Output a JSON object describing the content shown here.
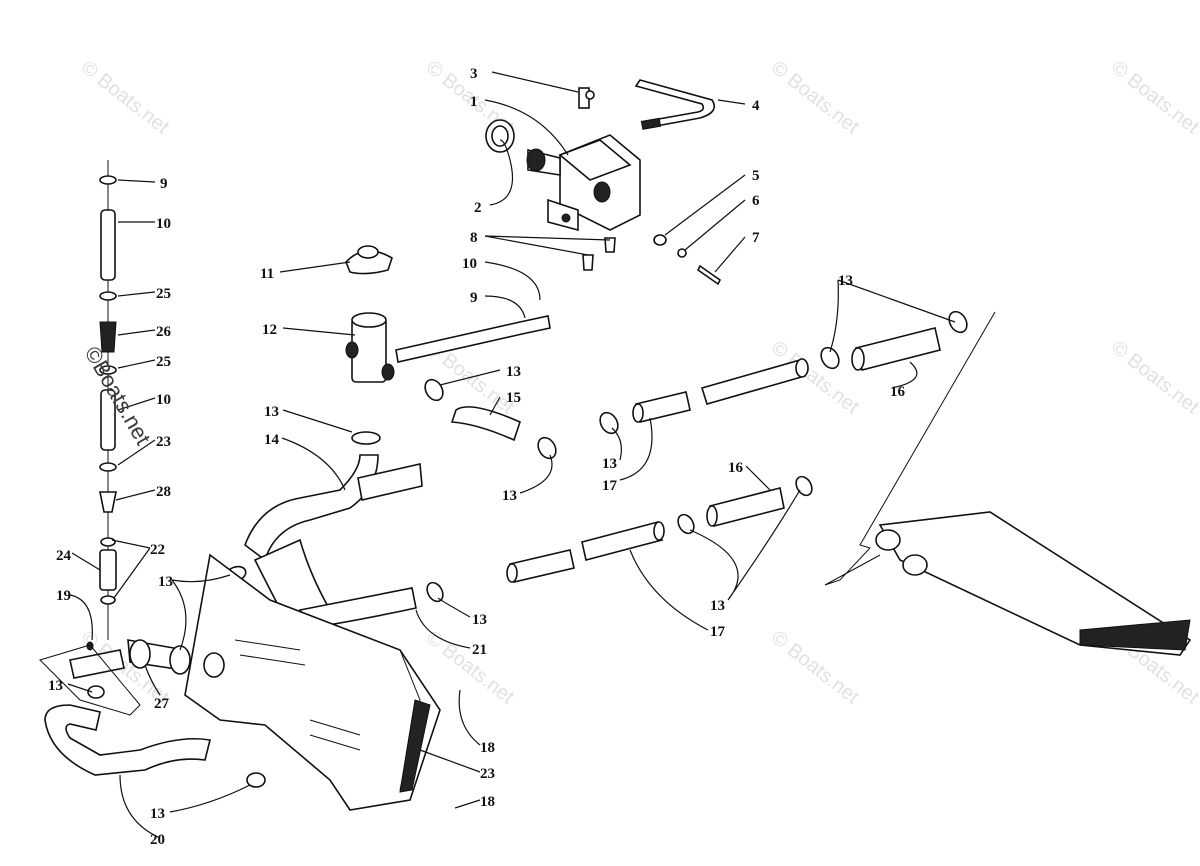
{
  "watermark": {
    "text": "© Boats.net",
    "overlay_text": "©Boats.net"
  },
  "callouts": [
    {
      "id": "c1",
      "text": "1"
    },
    {
      "id": "c2",
      "text": "2"
    },
    {
      "id": "c3",
      "text": "3"
    },
    {
      "id": "c4",
      "text": "4"
    },
    {
      "id": "c5",
      "text": "5"
    },
    {
      "id": "c6",
      "text": "6"
    },
    {
      "id": "c7",
      "text": "7"
    },
    {
      "id": "c8",
      "text": "8"
    },
    {
      "id": "c10a",
      "text": "10"
    },
    {
      "id": "c9a",
      "text": "9"
    },
    {
      "id": "c11",
      "text": "11"
    },
    {
      "id": "c12",
      "text": "12"
    },
    {
      "id": "c13a",
      "text": "13"
    },
    {
      "id": "c15",
      "text": "15"
    },
    {
      "id": "c13b",
      "text": "13"
    },
    {
      "id": "c14",
      "text": "14"
    },
    {
      "id": "c13c",
      "text": "13"
    },
    {
      "id": "c13d",
      "text": "13"
    },
    {
      "id": "c17a",
      "text": "17"
    },
    {
      "id": "c13e",
      "text": "13"
    },
    {
      "id": "c16a",
      "text": "16"
    },
    {
      "id": "c16b",
      "text": "16"
    },
    {
      "id": "c13f",
      "text": "13"
    },
    {
      "id": "c17b",
      "text": "17"
    },
    {
      "id": "c13g",
      "text": "13"
    },
    {
      "id": "c21",
      "text": "21"
    },
    {
      "id": "c13h",
      "text": "13"
    },
    {
      "id": "c9b",
      "text": "9"
    },
    {
      "id": "c10b",
      "text": "10"
    },
    {
      "id": "c25a",
      "text": "25"
    },
    {
      "id": "c26",
      "text": "26"
    },
    {
      "id": "c25b",
      "text": "25"
    },
    {
      "id": "c10c",
      "text": "10"
    },
    {
      "id": "c23a",
      "text": "23"
    },
    {
      "id": "c28",
      "text": "28"
    },
    {
      "id": "c22",
      "text": "22"
    },
    {
      "id": "c24",
      "text": "24"
    },
    {
      "id": "c19",
      "text": "19"
    },
    {
      "id": "c13i",
      "text": "13"
    },
    {
      "id": "c27",
      "text": "27"
    },
    {
      "id": "c13j",
      "text": "13"
    },
    {
      "id": "c18a",
      "text": "18"
    },
    {
      "id": "c23b",
      "text": "23"
    },
    {
      "id": "c13k",
      "text": "13"
    },
    {
      "id": "c18b",
      "text": "18"
    },
    {
      "id": "c20",
      "text": "20"
    }
  ]
}
